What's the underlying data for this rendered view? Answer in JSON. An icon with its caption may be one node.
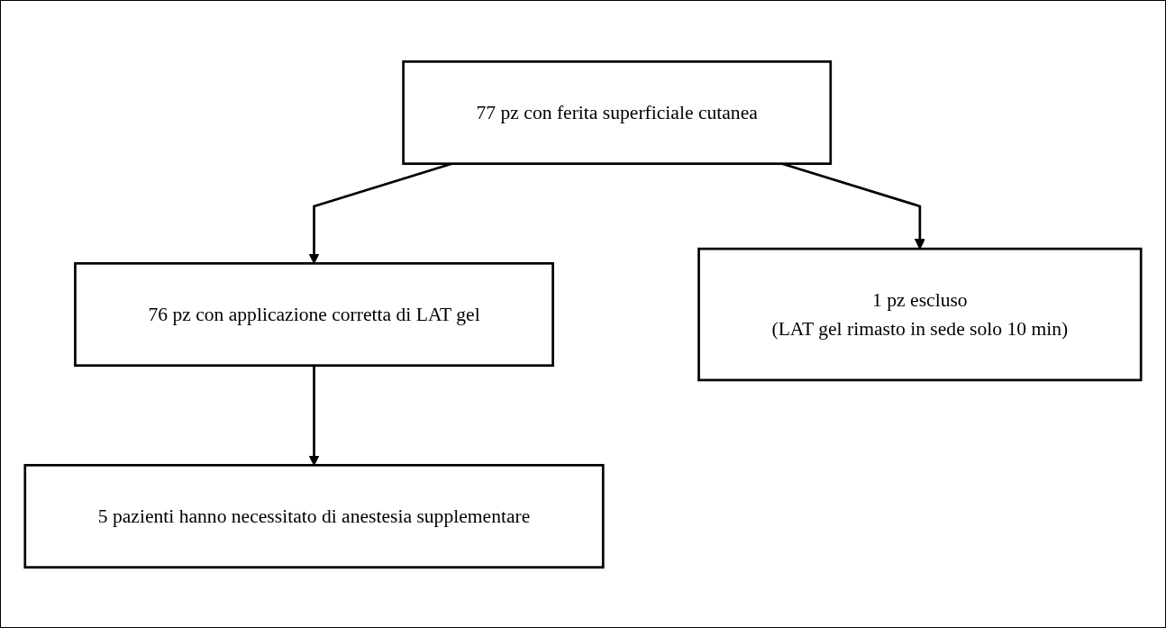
{
  "diagram": {
    "nodes": [
      {
        "text": [
          "77 pz con ferita superficiale cutanea"
        ]
      },
      {
        "text": [
          "76 pz con applicazione corretta di LAT gel"
        ]
      },
      {
        "text": [
          "1 pz escluso",
          "(LAT gel rimasto in sede solo 10 min)"
        ]
      },
      {
        "text": [
          "5 pazienti hanno necessitato di anestesia supplementare"
        ]
      }
    ],
    "edges": [
      {
        "from": 0,
        "to": 1,
        "arrow": "to"
      },
      {
        "from": 0,
        "to": 2,
        "arrow": "to"
      },
      {
        "from": 1,
        "to": 3,
        "arrow": "to"
      }
    ]
  }
}
